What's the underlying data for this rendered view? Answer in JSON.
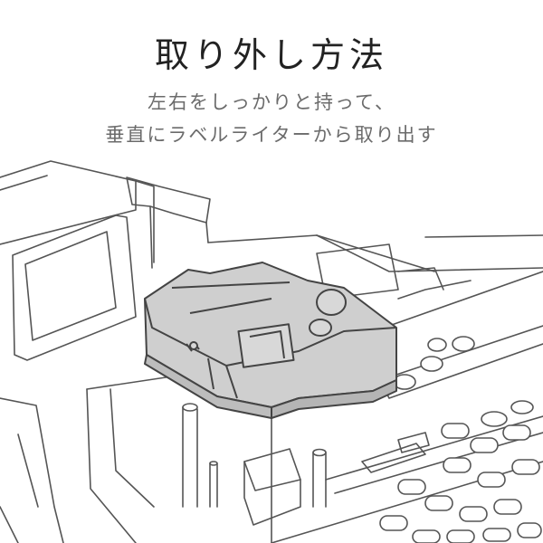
{
  "heading": {
    "title": "取り外し方法"
  },
  "instructions": {
    "line1": "左右をしっかりと持って、",
    "line2": "垂直にラベルライターから取り出す"
  },
  "colors": {
    "title": "#222222",
    "subtitle": "#6b6b6b",
    "outline": "#555555",
    "cartridge_fill": "#cfcfcf",
    "cartridge_stroke": "#444444"
  },
  "icons": {
    "illustration": "label-writer-cartridge-removal-illustration"
  }
}
